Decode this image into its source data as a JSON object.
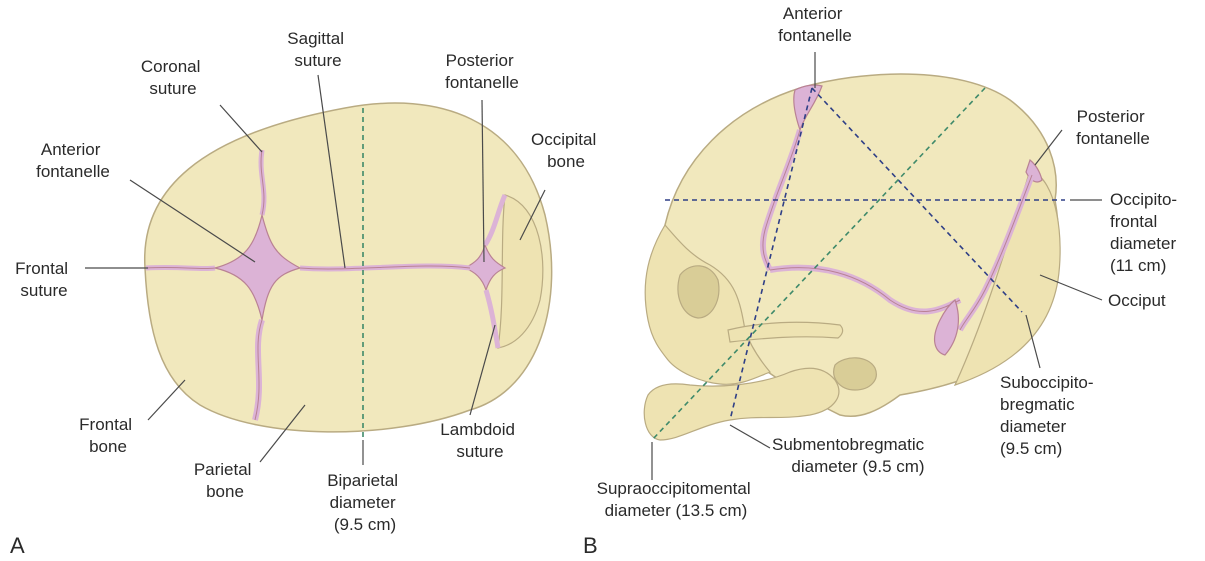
{
  "panels": {
    "a": "A",
    "b": "B"
  },
  "top_view": {
    "coronal_suture": [
      "Coronal",
      "suture"
    ],
    "sagittal_suture": [
      "Sagittal",
      "suture"
    ],
    "posterior_fontanelle": [
      "Posterior",
      "fontanelle"
    ],
    "anterior_fontanelle": [
      "Anterior",
      "fontanelle"
    ],
    "occipital_bone": [
      "Occipital",
      "bone"
    ],
    "frontal_suture": [
      "Frontal",
      "suture"
    ],
    "frontal_bone": [
      "Frontal",
      "bone"
    ],
    "parietal_bone": [
      "Parietal",
      "bone"
    ],
    "biparietal_diameter": [
      "Biparietal",
      "diameter",
      "(9.5 cm)"
    ],
    "lambdoid_suture": [
      "Lambdoid",
      "suture"
    ]
  },
  "side_view": {
    "anterior_fontanelle": [
      "Anterior",
      "fontanelle"
    ],
    "posterior_fontanelle": [
      "Posterior",
      "fontanelle"
    ],
    "occipitofrontal_diameter": [
      "Occipito-",
      "frontal",
      "diameter",
      "(11 cm)"
    ],
    "occiput": [
      "Occiput"
    ],
    "suboccipitobregmatic_diameter": [
      "Suboccipito-",
      "bregmatic",
      "diameter",
      "(9.5 cm)"
    ],
    "submentobregmatic_diameter": [
      "Submentobregmatic",
      "diameter (9.5 cm)"
    ],
    "supraoccipitomental_diameter": [
      "Supraoccipitomental",
      "diameter (13.5 cm)"
    ]
  },
  "colors": {
    "bone": "#f1e8bd",
    "bone_outline": "#b9ab82",
    "fontanelle": "#dcb3d6",
    "suture_line": "#b98294",
    "diameter_line": "#2f3f86",
    "diameter_line_alt": "#3f8a6a",
    "leader_line": "#4a4a4a"
  }
}
